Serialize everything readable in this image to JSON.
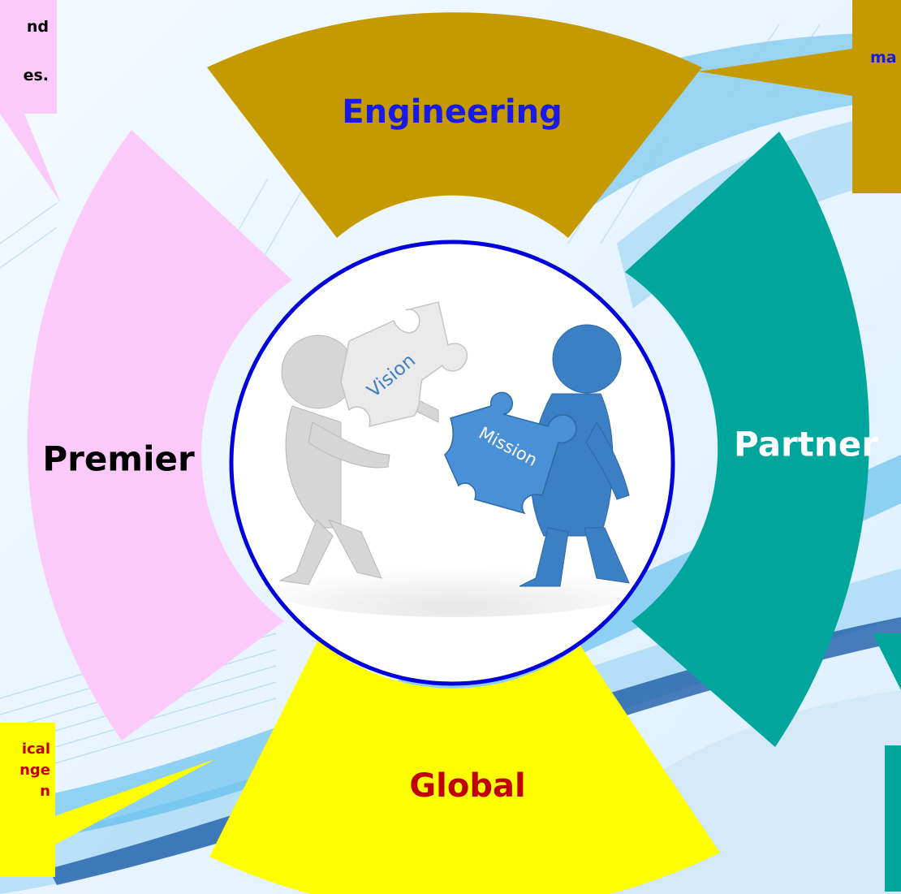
{
  "segments": {
    "engineering": "Engineering",
    "premier": "Premier",
    "partner": "Partner",
    "global": "Global"
  },
  "center_image": {
    "piece_left": "Vision",
    "piece_right": "Mission"
  },
  "callouts": {
    "top_left": [
      "nd",
      "",
      "es."
    ],
    "top_right": [
      "ma"
    ],
    "bottom_left": [
      "ical",
      "nge",
      "n"
    ]
  },
  "colors": {
    "engineering": "#c59a00",
    "premier": "#fbcaf9",
    "partner": "#00a59c",
    "global": "#ffff00",
    "ring": "#0000dd",
    "engineering_text": "#1a1ae6",
    "global_text": "#c00000"
  }
}
